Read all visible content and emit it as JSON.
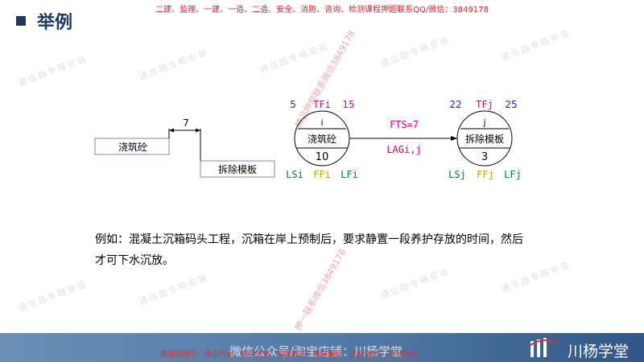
{
  "top_banner": "二建、监理、一建、一造、二造、安全、消防、咨询、检测课程押题联系QQ/微信：3849178",
  "title": "举例",
  "diagram": {
    "pour_label": "浇筑砼",
    "lag_value": "7",
    "remove_label": "拆除模板",
    "node_i": {
      "es": "5",
      "tf": "TFi",
      "ef": "15",
      "id": "i",
      "name": "浇筑砼",
      "duration": "10",
      "ls": "LSi",
      "ff": "FFi",
      "lf": "LFi"
    },
    "node_j": {
      "es": "22",
      "tf": "TFj",
      "ef": "25",
      "id": "j",
      "name": "拆除模板",
      "duration": "3",
      "ls": "LSj",
      "ff": "FFj",
      "lf": "LFj"
    },
    "fts_label": "FTS=7",
    "lag_label": "LAGi,j",
    "colors": {
      "es": "#1a1aee",
      "tf": "#e0007a",
      "ef": "#cc00cc",
      "ls": "#008040",
      "ff": "#c8a000",
      "lf": "#008040",
      "fts": "#e0007a",
      "lag": "#e0007a",
      "box_border": "#8080d0"
    }
  },
  "example_line1": "例如：混凝土沉箱码头工程，沉箱在岸上预制后，要求静置一段养护存放的时间，然后",
  "example_line2": "才可下水沉放。",
  "watermark_text": "通信路专略安装",
  "wm_red1": "精品押题联系微信3849178",
  "wm_red2": "押一联系微信3849178",
  "footer": {
    "main": "微信公众号/淘宝店铺：川杨学堂",
    "red": "群面授精华、类企内训、资深讲师、完美解答、精讲课程、联系微信：3849178",
    "brand": "川杨学堂"
  }
}
